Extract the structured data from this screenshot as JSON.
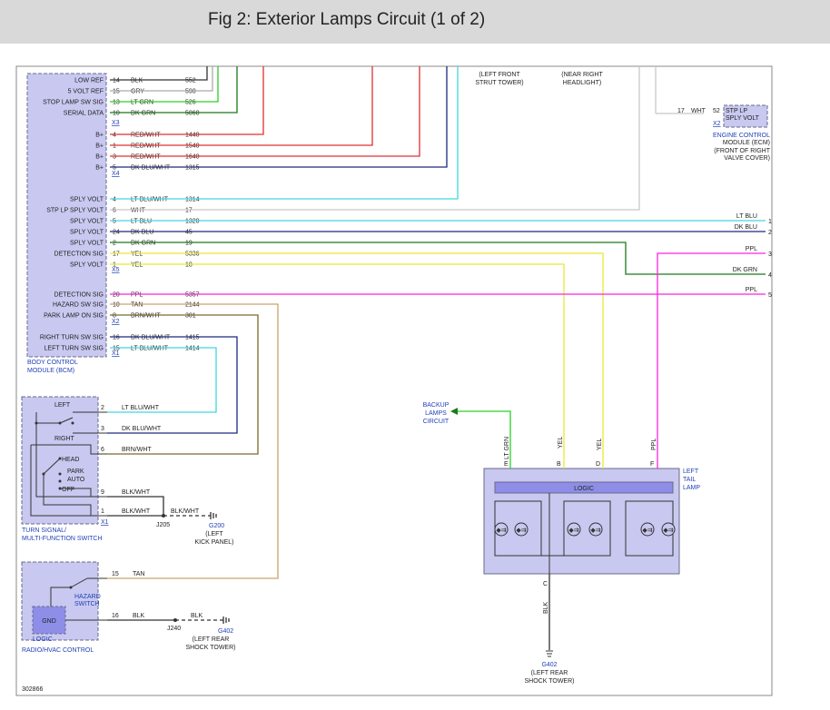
{
  "header": {
    "title": "Fig 2: Exterior Lamps Circuit (1 of 2)"
  },
  "figure_id": "302866",
  "colors": {
    "blue": "#1f3fb5",
    "module_fill": "#c8c8f0",
    "module_stroke": "#6a6a8a"
  },
  "bcm": {
    "name_line1": "BODY CONTROL",
    "name_line2": "MODULE (BCM)",
    "pins": [
      {
        "label": "LOW REF",
        "pin": "14",
        "color": "BLK",
        "circuit": "552"
      },
      {
        "label": "5 VOLT REF",
        "pin": "15",
        "color": "GRY",
        "circuit": "598"
      },
      {
        "label": "STOP LAMP SW SIG",
        "pin": "13",
        "color": "LT GRN",
        "circuit": "526"
      },
      {
        "label": "SERIAL DATA",
        "pin": "10",
        "color": "DK GRN",
        "circuit": "5060"
      },
      {
        "label": "B+",
        "pin": "4",
        "color": "RED/WHT",
        "circuit": "1440"
      },
      {
        "label": "B+",
        "pin": "1",
        "color": "RED/WHT",
        "circuit": "1540"
      },
      {
        "label": "B+",
        "pin": "3",
        "color": "RED/WHT",
        "circuit": "1640"
      },
      {
        "label": "B+",
        "pin": "5",
        "color": "DK BLU/WHT",
        "circuit": "1315"
      },
      {
        "label": "SPLY VOLT",
        "pin": "4",
        "color": "LT BLU/WHT",
        "circuit": "1314"
      },
      {
        "label": "STP LP SPLY VOLT",
        "pin": "6",
        "color": "WHT",
        "circuit": "17"
      },
      {
        "label": "SPLY VOLT",
        "pin": "5",
        "color": "LT BLU",
        "circuit": "1320"
      },
      {
        "label": "SPLY VOLT",
        "pin": "24",
        "color": "DK BLU",
        "circuit": "45"
      },
      {
        "label": "SPLY VOLT",
        "pin": "2",
        "color": "DK GRN",
        "circuit": "19"
      },
      {
        "label": "DETECTION SIG",
        "pin": "17",
        "color": "YEL",
        "circuit": "5336"
      },
      {
        "label": "SPLY VOLT",
        "pin": "1",
        "color": "YEL",
        "circuit": "18"
      },
      {
        "label": "DETECTION SIG",
        "pin": "20",
        "color": "PPL",
        "circuit": "5357"
      },
      {
        "label": "HAZARD SW SIG",
        "pin": "10",
        "color": "TAN",
        "circuit": "2144"
      },
      {
        "label": "PARK LAMP ON SIG",
        "pin": "8",
        "color": "BRN/WHT",
        "circuit": "301"
      },
      {
        "label": "RIGHT TURN SW SIG",
        "pin": "16",
        "color": "DK BLU/WHT",
        "circuit": "1415"
      },
      {
        "label": "LEFT TURN SW SIG",
        "pin": "15",
        "color": "LT BLU/WHT",
        "circuit": "1414"
      }
    ],
    "connectors": [
      "X3",
      "X4",
      "X5",
      "X2",
      "X1"
    ]
  },
  "top_notes": {
    "left_front": [
      "(LEFT FRONT",
      "STRUT TOWER)"
    ],
    "near_right": [
      "(NEAR RIGHT",
      "HEADLIGHT)"
    ]
  },
  "ecm": {
    "label_lines": [
      "STP LP",
      "SPLY VOLT"
    ],
    "pin": "52",
    "color": "WHT",
    "circuit": "17",
    "connector": "X2",
    "name_lines": [
      "ENGINE CONTROL",
      "MODULE (ECM)",
      "(FRONT OF RIGHT",
      "VALVE COVER)"
    ]
  },
  "right_outputs": [
    {
      "color": "LT BLU",
      "num": "1"
    },
    {
      "color": "DK BLU",
      "num": "2"
    },
    {
      "color": "PPL",
      "num": "3"
    },
    {
      "color": "DK GRN",
      "num": "4"
    },
    {
      "color": "PPL",
      "num": "5"
    }
  ],
  "turn_switch": {
    "labels": {
      "left": "LEFT",
      "right": "RIGHT",
      "head": "HEAD",
      "park": "PARK",
      "auto": "AUTO",
      "off": "OFF"
    },
    "pins": [
      {
        "pin": "2",
        "color": "LT BLU/WHT"
      },
      {
        "pin": "3",
        "color": "DK BLU/WHT"
      },
      {
        "pin": "6",
        "color": "BRN/WHT"
      },
      {
        "pin": "9",
        "color": "BLK/WHT"
      },
      {
        "pin": "1",
        "color": "BLK/WHT"
      }
    ],
    "connector": "X1",
    "splice": "J205",
    "splice_color": "BLK/WHT",
    "ground": "G200",
    "ground_lines": [
      "(LEFT",
      "KICK PANEL)"
    ],
    "name_lines": [
      "TURN SIGNAL/",
      "MULTI-FUNCTION SWITCH"
    ]
  },
  "radio": {
    "hazard_lines": [
      "HAZARD",
      "SWITCH"
    ],
    "gnd": "GND",
    "logic": "LOGIC",
    "name": "RADIO/HVAC CONTROL",
    "pins": [
      {
        "pin": "15",
        "color": "TAN"
      },
      {
        "pin": "16",
        "color": "BLK"
      }
    ],
    "splice": "J240",
    "splice_color": "BLK",
    "ground": "G402",
    "ground_lines": [
      "(LEFT REAR",
      "SHOCK TOWER)"
    ]
  },
  "tail_lamp": {
    "name_lines": [
      "LEFT",
      "TAIL",
      "LAMP"
    ],
    "logic": "LOGIC",
    "pins": [
      {
        "pin": "E",
        "color": "LT GRN"
      },
      {
        "pin": "B",
        "color": "YEL"
      },
      {
        "pin": "D",
        "color": "YEL"
      },
      {
        "pin": "F",
        "color": "PPL"
      }
    ],
    "bottom_pin": "C",
    "bottom_color": "BLK",
    "ground": "G402",
    "ground_lines": [
      "(LEFT REAR",
      "SHOCK TOWER)"
    ]
  },
  "backup": {
    "lines": [
      "BACKUP",
      "LAMPS",
      "CIRCUIT"
    ]
  }
}
